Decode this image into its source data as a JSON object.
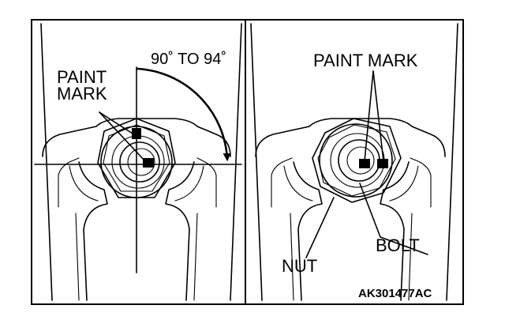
{
  "left_panel": {
    "paint_mark_label_line1": "PAINT",
    "paint_mark_label_line2": "MARK",
    "angle_label": "90˚ TO 94˚"
  },
  "right_panel": {
    "paint_mark_label": "PAINT MARK",
    "bolt_label": "BOLT",
    "nut_label": "NUT"
  },
  "figure_code": "AK301477AC"
}
